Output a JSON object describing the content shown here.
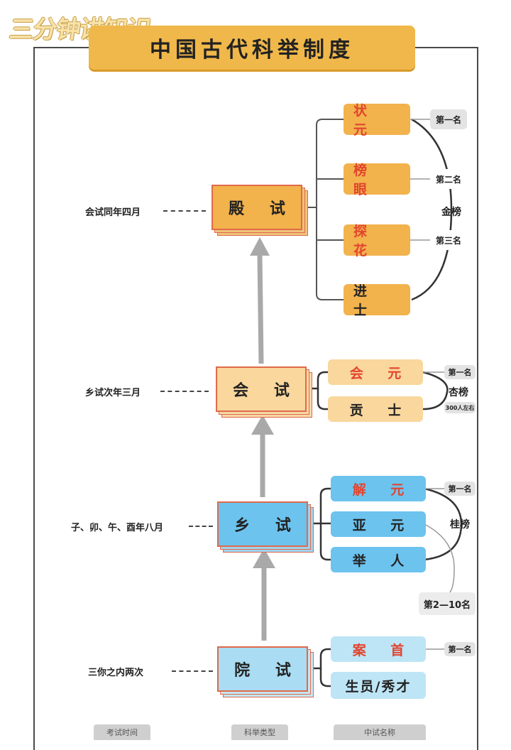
{
  "watermark": "三分钟讲知识",
  "title": "中国古代科举制度",
  "stages": [
    {
      "name": "殿 试",
      "time": "会试同年四月",
      "ranks": [
        {
          "label": "状 元",
          "note": "第一名"
        },
        {
          "label": "榜 眼",
          "note": "第二名"
        },
        {
          "label": "探 花",
          "note": "第三名"
        },
        {
          "label": "进 士",
          "note": ""
        }
      ],
      "group_label": "金榜"
    },
    {
      "name": "会 试",
      "time": "乡试次年三月",
      "ranks": [
        {
          "label": "会 元",
          "note": "第一名"
        },
        {
          "label": "贡 士",
          "note": "300人左右"
        }
      ],
      "group_label": "杏榜"
    },
    {
      "name": "乡 试",
      "time": "子、卯、午、酉年八月",
      "ranks": [
        {
          "label": "解 元",
          "note": "第一名"
        },
        {
          "label": "亚 元",
          "note": ""
        },
        {
          "label": "举 人",
          "note": ""
        }
      ],
      "group_label": "桂榜",
      "extra_note": "第2—10名"
    },
    {
      "name": "院 试",
      "time": "三你之内两次",
      "ranks": [
        {
          "label": "案 首",
          "note": "第一名"
        },
        {
          "label": "生员/秀才",
          "note": ""
        }
      ]
    }
  ],
  "footer_chips": [
    "考试时间",
    "科举类型",
    "中试名称"
  ],
  "colors": {
    "gold": "#f2b24c",
    "cream": "#f9d79d",
    "blue": "#6cc3ee",
    "light_blue": "#bde5f5",
    "accent_red": "#e2452f",
    "arrow_gray": "#a9a9a9"
  }
}
